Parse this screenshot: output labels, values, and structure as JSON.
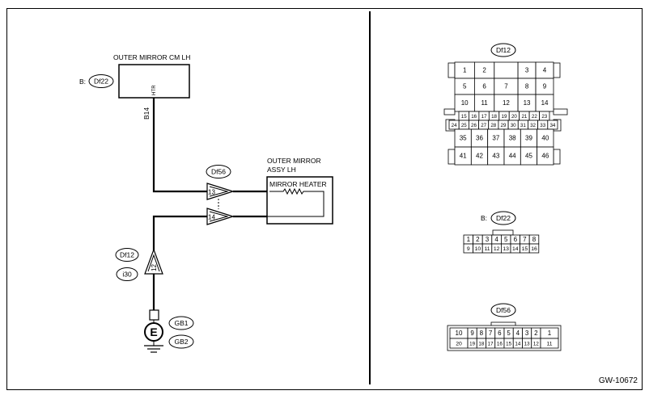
{
  "figure_id": "GW-10672",
  "wiring": {
    "module_title": "OUTER MIRROR CM LH",
    "module_connector_prefix": "B:",
    "module_connector": "Df22",
    "module_terminal_label": "HTR",
    "module_wire_code": "B14",
    "assy_title_line1": "OUTER MIRROR",
    "assy_title_line2": "ASSY LH",
    "heater_label": "MIRROR HEATER",
    "joint_connector": "Df56",
    "joint_pin_a": "13",
    "joint_pin_b": "14",
    "ground_connector": "Df12",
    "ground_pin": "12",
    "ground_harness": "i30",
    "ground_symbol": "E",
    "ground_point_1": "GB1",
    "ground_point_2": "GB2"
  },
  "connectors": {
    "df12": {
      "name": "Df12",
      "row1": [
        "1",
        "2",
        "3",
        "4"
      ],
      "row2": [
        "5",
        "6",
        "7",
        "8",
        "9"
      ],
      "row3": [
        "10",
        "11",
        "12",
        "13",
        "14"
      ],
      "row4": [
        "15",
        "16",
        "17",
        "18",
        "19",
        "20",
        "21",
        "22",
        "23"
      ],
      "row5": [
        "24",
        "25",
        "26",
        "27",
        "28",
        "29",
        "30",
        "31",
        "32",
        "33",
        "34"
      ],
      "row6": [
        "35",
        "36",
        "37",
        "38",
        "39",
        "40"
      ],
      "row7": [
        "41",
        "42",
        "43",
        "44",
        "45",
        "46"
      ]
    },
    "df22": {
      "prefix": "B:",
      "name": "Df22",
      "row1": [
        "1",
        "2",
        "3",
        "4",
        "5",
        "6",
        "7",
        "8"
      ],
      "row2": [
        "9",
        "10",
        "11",
        "12",
        "13",
        "14",
        "15",
        "16"
      ]
    },
    "df56": {
      "name": "Df56",
      "row1": [
        "10",
        "9",
        "8",
        "7",
        "6",
        "5",
        "4",
        "3",
        "2",
        "1"
      ],
      "row2": [
        "20",
        "19",
        "18",
        "17",
        "16",
        "15",
        "14",
        "13",
        "12",
        "11"
      ]
    }
  }
}
